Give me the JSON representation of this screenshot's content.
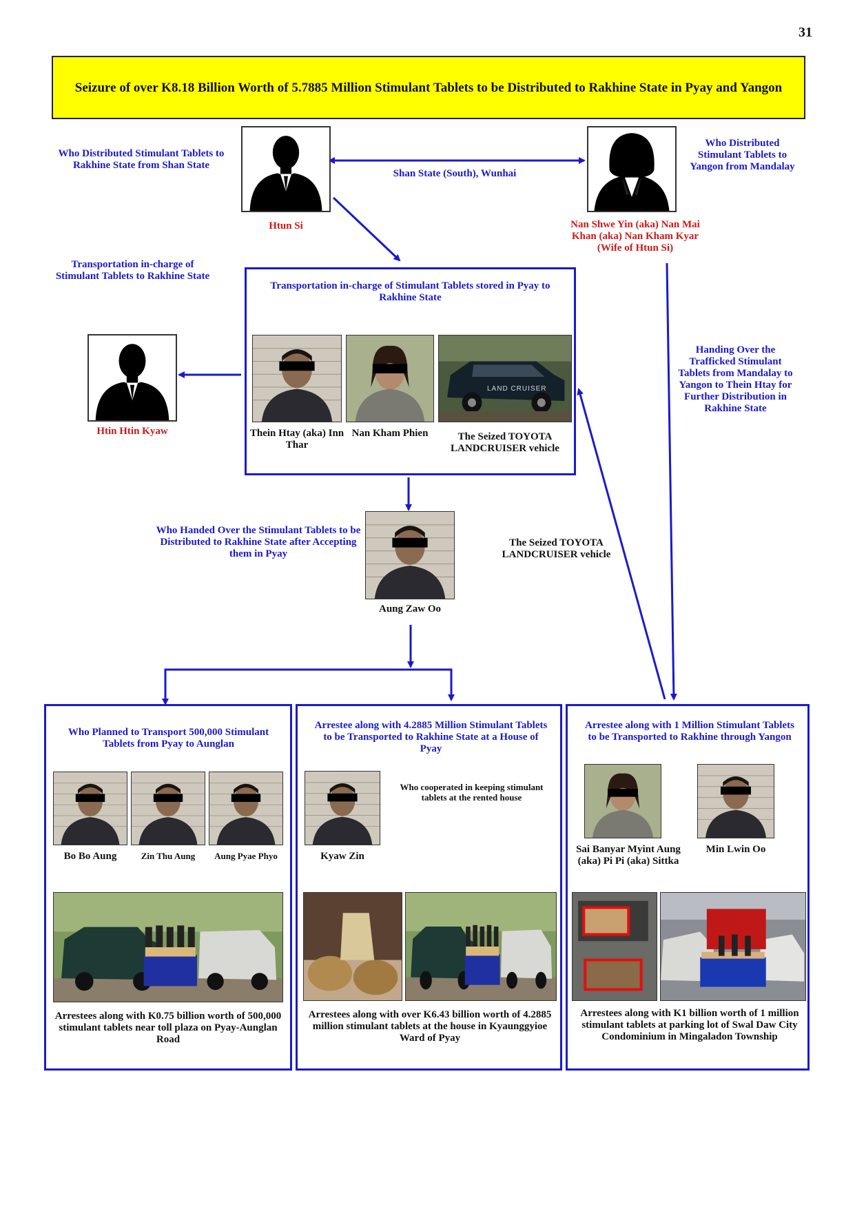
{
  "page_number": "31",
  "title": "Seizure of over K8.18 Billion Worth of 5.7885 Million Stimulant Tablets to be Distributed to Rakhine State in Pyay and Yangon",
  "colors": {
    "accent": "#1a1acc",
    "name_red": "#d01818",
    "title_bg": "#ffff00"
  },
  "top": {
    "left_role": "Who Distributed Stimulant Tablets to Rakhine State from Shan State",
    "left_name": "Htun Si",
    "link_label": "Shan State (South), Wunhai",
    "right_role": "Who Distributed Stimulant Tablets to Yangon from Mandalay",
    "right_name": "Nan Shwe Yin (aka) Nan Mai Khan (aka) Nan Kham Kyar (Wife of Htun Si)"
  },
  "transport": {
    "side_label": "Transportation in-charge of Stimulant Tablets to Rakhine State",
    "side_name": "Htin Htin Kyaw",
    "box_title": "Transportation in-charge of Stimulant Tablets stored in Pyay to Rakhine State",
    "people": [
      "Thein Htay (aka) Inn Thar",
      "Nan Kham Phien"
    ],
    "vehicle": "The Seized TOYOTA LANDCRUISER vehicle",
    "vehicle_text": "LAND CRUISER"
  },
  "handover": {
    "role": "Who Handed Over the Stimulant Tablets to be Distributed to Rakhine State after Accepting them in Pyay",
    "name": "Aung Zaw Oo",
    "vehicle_note": "The Seized TOYOTA LANDCRUISER vehicle",
    "right_note": "Handing Over the Trafficked Stimulant Tablets from Mandalay to Yangon to Thein Htay for Further Distribution in Rakhine State"
  },
  "boxes": [
    {
      "title": "Who Planned to Transport 500,000 Stimulant Tablets from Pyay to Aunglan",
      "people": [
        "Bo Bo Aung",
        "Zin Thu Aung",
        "Aung Pyae Phyo"
      ],
      "caption": "Arrestees along with K0.75 billion worth of 500,000 stimulant tablets near toll plaza on Pyay-Aunglan Road"
    },
    {
      "title": "Arrestee along with 4.2885 Million Stimulant Tablets to be Transported to Rakhine State at a House of Pyay",
      "people": [
        "Kyaw Zin"
      ],
      "note": "Who cooperated in keeping stimulant tablets at the rented house",
      "caption": "Arrestees along with over K6.43 billion worth of 4.2885 million stimulant tablets at the house in Kyaunggyioe Ward of Pyay"
    },
    {
      "title": "Arrestee along with 1 Million Stimulant Tablets to be Transported to Rakhine through Yangon",
      "people": [
        "Sai Banyar Myint Aung (aka) Pi Pi (aka) Sittka",
        "Min Lwin Oo"
      ],
      "caption": "Arrestees along with K1 billion worth of 1 million stimulant tablets at parking lot of Swal Daw City Condominium in Mingaladon Township"
    }
  ],
  "icons": [
    "person-silhouette-icon",
    "woman-silhouette-icon",
    "blurred-face-icon",
    "vehicle-icon"
  ]
}
